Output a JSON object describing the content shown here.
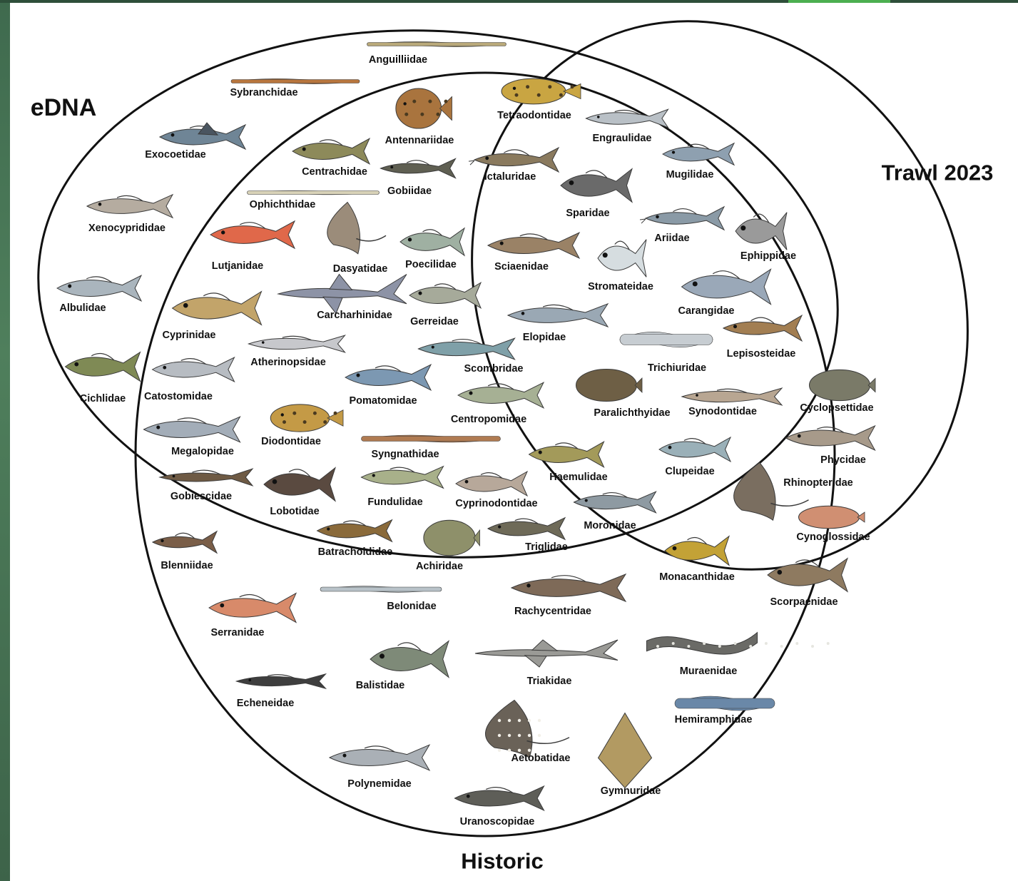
{
  "diagram": {
    "sets": [
      {
        "key": "edna",
        "label": "eDNA"
      },
      {
        "key": "trawl",
        "label": "Trawl 2023"
      },
      {
        "key": "historic",
        "label": "Historic"
      }
    ],
    "families": [
      {
        "name": "Anguilliidae",
        "sets": [
          "eDNA"
        ],
        "icon": "eel-icon",
        "color": "#b9a97a"
      },
      {
        "name": "Sybranchidae",
        "sets": [
          "eDNA"
        ],
        "icon": "eel-icon",
        "color": "#b8763e"
      },
      {
        "name": "Exocoetidae",
        "sets": [
          "eDNA"
        ],
        "icon": "flyingfish-icon",
        "color": "#6f8596"
      },
      {
        "name": "Xenocyprididae",
        "sets": [
          "eDNA"
        ],
        "icon": "fish-icon",
        "color": "#b5aca0"
      },
      {
        "name": "Albulidae",
        "sets": [
          "eDNA"
        ],
        "icon": "fish-icon",
        "color": "#aab5bd"
      },
      {
        "name": "Cichlidae",
        "sets": [
          "eDNA"
        ],
        "icon": "fish-icon",
        "color": "#7f8a55"
      },
      {
        "name": "Antennariidae",
        "sets": [
          "eDNA",
          "Historic"
        ],
        "icon": "frogfish-icon",
        "color": "#a9743e"
      },
      {
        "name": "Centrachidae",
        "sets": [
          "eDNA",
          "Historic"
        ],
        "icon": "fish-icon",
        "color": "#8d8a5a"
      },
      {
        "name": "Gobiidae",
        "sets": [
          "eDNA",
          "Historic"
        ],
        "icon": "goby-icon",
        "color": "#5f5f52"
      },
      {
        "name": "Ophichthidae",
        "sets": [
          "eDNA",
          "Historic"
        ],
        "icon": "eel-icon",
        "color": "#d8d2b8"
      },
      {
        "name": "Lutjanidae",
        "sets": [
          "eDNA",
          "Historic"
        ],
        "icon": "fish-icon",
        "color": "#e0684a"
      },
      {
        "name": "Dasyatidae",
        "sets": [
          "eDNA",
          "Historic"
        ],
        "icon": "stingray-icon",
        "color": "#9b8c7a"
      },
      {
        "name": "Poecilidae",
        "sets": [
          "eDNA",
          "Historic"
        ],
        "icon": "fish-icon",
        "color": "#9fb0a2"
      },
      {
        "name": "Cyprinidae",
        "sets": [
          "eDNA",
          "Historic"
        ],
        "icon": "fish-icon",
        "color": "#c2a46a"
      },
      {
        "name": "Carcharhinidae",
        "sets": [
          "eDNA",
          "Historic"
        ],
        "icon": "shark-icon",
        "color": "#8d93a6"
      },
      {
        "name": "Gerreidae",
        "sets": [
          "eDNA",
          "Historic"
        ],
        "icon": "fish-icon",
        "color": "#a6aa9a"
      },
      {
        "name": "Atherinopsidae",
        "sets": [
          "eDNA",
          "Historic"
        ],
        "icon": "fish-icon",
        "color": "#c7c8cc"
      },
      {
        "name": "Catostomidae",
        "sets": [
          "eDNA",
          "Historic"
        ],
        "icon": "fish-icon",
        "color": "#b7bcc2"
      },
      {
        "name": "Scombridae",
        "sets": [
          "eDNA",
          "Historic"
        ],
        "icon": "fish-icon",
        "color": "#7fa0a8"
      },
      {
        "name": "Pomatomidae",
        "sets": [
          "eDNA",
          "Historic"
        ],
        "icon": "fish-icon",
        "color": "#7c98b2"
      },
      {
        "name": "Centropomidae",
        "sets": [
          "eDNA",
          "Historic"
        ],
        "icon": "fish-icon",
        "color": "#a6b094"
      },
      {
        "name": "Diodontidae",
        "sets": [
          "eDNA",
          "Historic"
        ],
        "icon": "pufferfish-icon",
        "color": "#c49a46"
      },
      {
        "name": "Megalopidae",
        "sets": [
          "eDNA",
          "Historic"
        ],
        "icon": "fish-icon",
        "color": "#a3adb8"
      },
      {
        "name": "Syngnathidae",
        "sets": [
          "eDNA",
          "Historic"
        ],
        "icon": "pipefish-icon",
        "color": "#b07b52"
      },
      {
        "name": "Haemulidae",
        "sets": [
          "eDNA",
          "Historic"
        ],
        "icon": "fish-icon",
        "color": "#a39a5a"
      },
      {
        "name": "Gobiescidae",
        "sets": [
          "eDNA",
          "Historic"
        ],
        "icon": "goby-icon",
        "color": "#6e5a44"
      },
      {
        "name": "Lobotidae",
        "sets": [
          "eDNA",
          "Historic"
        ],
        "icon": "fish-icon",
        "color": "#5a4a40"
      },
      {
        "name": "Fundulidae",
        "sets": [
          "eDNA",
          "Historic"
        ],
        "icon": "fish-icon",
        "color": "#a8b08a"
      },
      {
        "name": "Cyprinodontidae",
        "sets": [
          "eDNA",
          "Historic"
        ],
        "icon": "fish-icon",
        "color": "#b7a89a"
      },
      {
        "name": "Moronidae",
        "sets": [
          "eDNA",
          "Historic"
        ],
        "icon": "fish-icon",
        "color": "#8e9aa2"
      },
      {
        "name": "Batrachoididae",
        "sets": [
          "eDNA",
          "Historic"
        ],
        "icon": "toadfish-icon",
        "color": "#8a6a3a"
      },
      {
        "name": "Achiridae",
        "sets": [
          "eDNA",
          "Historic"
        ],
        "icon": "flatfish-icon",
        "color": "#8e906a"
      },
      {
        "name": "Triglidae",
        "sets": [
          "eDNA",
          "Historic"
        ],
        "icon": "fish-icon",
        "color": "#6e6a58"
      },
      {
        "name": "Tetraodontidae",
        "sets": [
          "eDNA",
          "Trawl 2023",
          "Historic"
        ],
        "icon": "pufferfish-icon",
        "color": "#c9a542"
      },
      {
        "name": "Engraulidae",
        "sets": [
          "eDNA",
          "Trawl 2023",
          "Historic"
        ],
        "icon": "fish-icon",
        "color": "#b9c0c6"
      },
      {
        "name": "Ictaluridae",
        "sets": [
          "eDNA",
          "Trawl 2023",
          "Historic"
        ],
        "icon": "catfish-icon",
        "color": "#8a7a5e"
      },
      {
        "name": "Mugilidae",
        "sets": [
          "eDNA",
          "Trawl 2023",
          "Historic"
        ],
        "icon": "fish-icon",
        "color": "#8ea0b0"
      },
      {
        "name": "Sparidae",
        "sets": [
          "eDNA",
          "Trawl 2023",
          "Historic"
        ],
        "icon": "fish-icon",
        "color": "#6a6a6a"
      },
      {
        "name": "Ariidae",
        "sets": [
          "eDNA",
          "Trawl 2023",
          "Historic"
        ],
        "icon": "catfish-icon",
        "color": "#8a9aa6"
      },
      {
        "name": "Ephippidae",
        "sets": [
          "eDNA",
          "Trawl 2023",
          "Historic"
        ],
        "icon": "fish-icon",
        "color": "#9a9a9a"
      },
      {
        "name": "Sciaenidae",
        "sets": [
          "eDNA",
          "Trawl 2023",
          "Historic"
        ],
        "icon": "fish-icon",
        "color": "#9a8266"
      },
      {
        "name": "Stromateidae",
        "sets": [
          "eDNA",
          "Trawl 2023",
          "Historic"
        ],
        "icon": "fish-icon",
        "color": "#d6dde0"
      },
      {
        "name": "Carangidae",
        "sets": [
          "eDNA",
          "Trawl 2023",
          "Historic"
        ],
        "icon": "fish-icon",
        "color": "#9aa8b8"
      },
      {
        "name": "Elopidae",
        "sets": [
          "eDNA",
          "Trawl 2023",
          "Historic"
        ],
        "icon": "fish-icon",
        "color": "#9aa8b4"
      },
      {
        "name": "Trichiuridae",
        "sets": [
          "eDNA",
          "Trawl 2023",
          "Historic"
        ],
        "icon": "eel-icon",
        "color": "#c7cdd2"
      },
      {
        "name": "Lepisosteidae",
        "sets": [
          "eDNA",
          "Trawl 2023",
          "Historic"
        ],
        "icon": "gar-icon",
        "color": "#a27e52"
      },
      {
        "name": "Paralichthyidae",
        "sets": [
          "eDNA",
          "Trawl 2023",
          "Historic"
        ],
        "icon": "flatfish-icon",
        "color": "#6e5f45"
      },
      {
        "name": "Synodontidae",
        "sets": [
          "eDNA",
          "Trawl 2023",
          "Historic"
        ],
        "icon": "fish-icon",
        "color": "#b8a692"
      },
      {
        "name": "Clupeidae",
        "sets": [
          "eDNA",
          "Trawl 2023",
          "Historic"
        ],
        "icon": "fish-icon",
        "color": "#9ab0b8"
      },
      {
        "name": "Cyclopsettidae",
        "sets": [
          "Trawl 2023",
          "Historic"
        ],
        "icon": "flatfish-icon",
        "color": "#7a7a68"
      },
      {
        "name": "Phycidae",
        "sets": [
          "Trawl 2023",
          "Historic"
        ],
        "icon": "fish-icon",
        "color": "#a79a8a"
      },
      {
        "name": "Rhinopteridae",
        "sets": [
          "Trawl 2023",
          "Historic"
        ],
        "icon": "stingray-icon",
        "color": "#7a6e60"
      },
      {
        "name": "Cynoglossidae",
        "sets": [
          "Trawl 2023",
          "Historic"
        ],
        "icon": "flatfish-icon",
        "color": "#d08f72"
      },
      {
        "name": "Blenniidae",
        "sets": [
          "Historic"
        ],
        "icon": "goby-icon",
        "color": "#7a5e48"
      },
      {
        "name": "Monacanthidae",
        "sets": [
          "Historic"
        ],
        "icon": "fish-icon",
        "color": "#c3a236"
      },
      {
        "name": "Scorpaenidae",
        "sets": [
          "Historic"
        ],
        "icon": "scorpionfish-icon",
        "color": "#8e7a60"
      },
      {
        "name": "Belonidae",
        "sets": [
          "Historic"
        ],
        "icon": "needlefish-icon",
        "color": "#b8c2c8"
      },
      {
        "name": "Rachycentridae",
        "sets": [
          "Historic"
        ],
        "icon": "fish-icon",
        "color": "#7e6a58"
      },
      {
        "name": "Serranidae",
        "sets": [
          "Historic"
        ],
        "icon": "fish-icon",
        "color": "#d88a6a"
      },
      {
        "name": "Balistidae",
        "sets": [
          "Historic"
        ],
        "icon": "triggerfish-icon",
        "color": "#7e8a78"
      },
      {
        "name": "Triakidae",
        "sets": [
          "Historic"
        ],
        "icon": "shark-icon",
        "color": "#9a9a96"
      },
      {
        "name": "Muraenidae",
        "sets": [
          "Historic"
        ],
        "icon": "moray-icon",
        "color": "#6a6a66"
      },
      {
        "name": "Echeneidae",
        "sets": [
          "Historic"
        ],
        "icon": "fish-icon",
        "color": "#3e3e3e"
      },
      {
        "name": "Hemiramphidae",
        "sets": [
          "Historic"
        ],
        "icon": "needlefish-icon",
        "color": "#6a88a8"
      },
      {
        "name": "Aetobatidae",
        "sets": [
          "Historic"
        ],
        "icon": "eagle-ray-icon",
        "color": "#6a6258"
      },
      {
        "name": "Polynemidae",
        "sets": [
          "Historic"
        ],
        "icon": "fish-icon",
        "color": "#aab0b6"
      },
      {
        "name": "Gymnuridae",
        "sets": [
          "Historic"
        ],
        "icon": "butterfly-ray-icon",
        "color": "#b29a62"
      },
      {
        "name": "Uranoscopidae",
        "sets": [
          "Historic"
        ],
        "icon": "stargazer-icon",
        "color": "#5e5e58"
      }
    ]
  }
}
